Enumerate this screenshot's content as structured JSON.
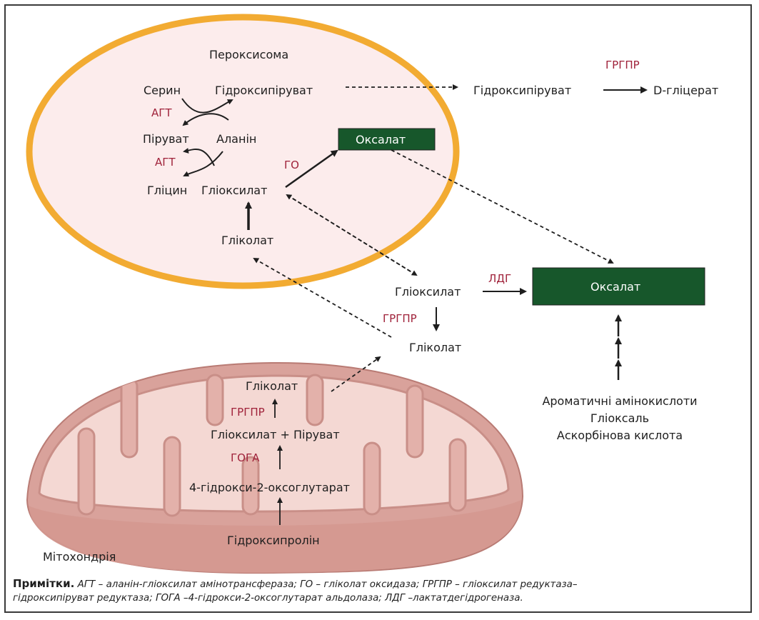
{
  "peroxisome": {
    "title": "Пероксисома",
    "serine": "Серин",
    "hydroxypyruvate": "Гідроксипіруват",
    "pyruvate": "Піруват",
    "alanine": "Аланін",
    "glycine": "Гліцин",
    "glyoxylate": "Гліоксилат",
    "glycolate": "Гліколат",
    "oxalate": "Оксалат",
    "enzyme_agt_1": "АГТ",
    "enzyme_agt_2": "АГТ",
    "enzyme_go": "ГО"
  },
  "cytosol": {
    "hydroxypyruvate": "Гідроксипіруват",
    "d_glycerate": "D-гліцерат",
    "enzyme_grgpr_top": "ГРГПР",
    "glyoxylate": "Гліоксилат",
    "glycolate": "Гліколат",
    "enzyme_ldg": "ЛДГ",
    "enzyme_grgpr": "ГРГПР",
    "oxalate": "Оксалат",
    "sources": [
      "Ароматичні амінокислоти",
      "Гліоксаль",
      "Аскорбінова кислота"
    ]
  },
  "mitochondria": {
    "title": "Мітохондрія",
    "glycolate": "Гліколат",
    "enzyme_grgpr": "ГРГПР",
    "glyox_pyruvate": "Гліоксилат + Піруват",
    "enzyme_goga": "ГОГА",
    "hydroxy_oxoglutarate": "4-гідрокси-2-оксоглутарат",
    "hydroxyproline": "Гідроксипролін"
  },
  "notes": {
    "heading": "Примітки.",
    "line1": "АГТ – аланін-гліоксилат амінотрансфераза; ГО – гліколат оксидаза; ГРГПР – гліоксилат редуктаза–",
    "line2": "гідроксипіруват редуктаза; ГОГА –4-гідрокси-2-оксоглутарат альдолаза; ЛДГ –лактатдегідрогеназа."
  },
  "colors": {
    "peroxisome_fill": "#fcecec",
    "peroxisome_border": "#f2ab32",
    "oxalate_box": "#17572b",
    "enzyme_text": "#a0233b",
    "mito_outer": "#d9a29b",
    "mito_inner": "#f4d8d3"
  }
}
